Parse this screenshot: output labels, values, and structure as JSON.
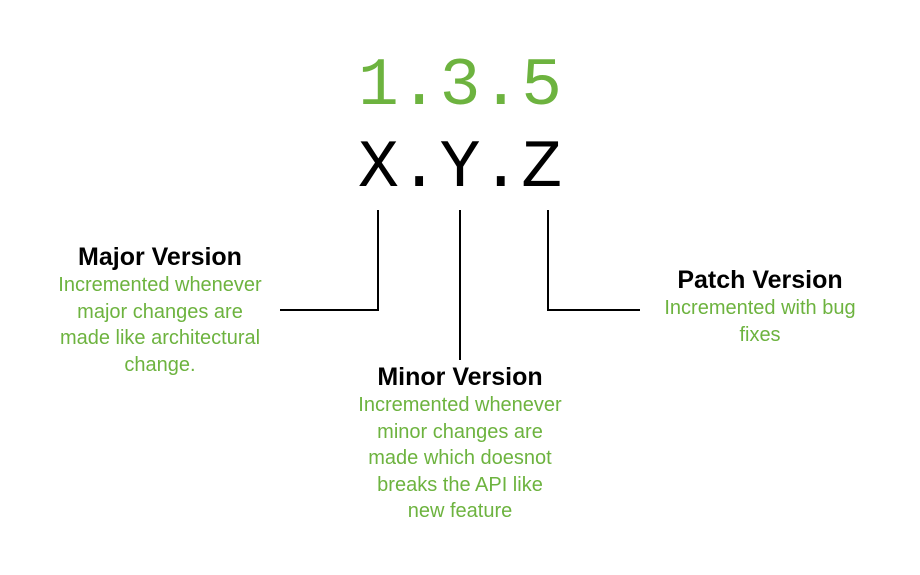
{
  "version": {
    "number": "1.3.5",
    "pattern": "X.Y.Z"
  },
  "colors": {
    "accent": "#6db33f",
    "text": "#000000",
    "line": "#000000"
  },
  "major": {
    "title": "Major Version",
    "desc_lines": [
      "Incremented whenever",
      "major changes are",
      "made like architectural",
      "change."
    ]
  },
  "minor": {
    "title": "Minor Version",
    "desc_lines": [
      "Incremented whenever",
      "minor changes are",
      "made which doesnot",
      "breaks the API like",
      "new feature"
    ]
  },
  "patch": {
    "title": "Patch Version",
    "desc_lines": [
      "Incremented with bug",
      "fixes"
    ]
  }
}
